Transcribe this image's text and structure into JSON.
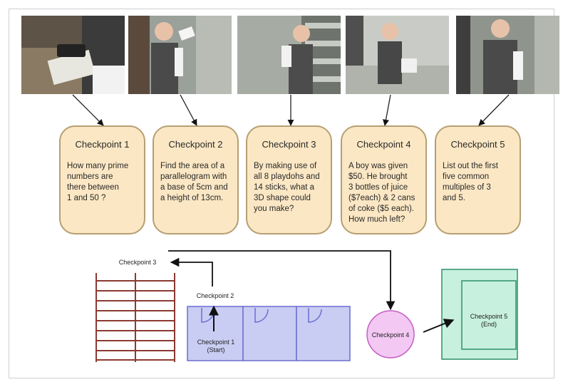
{
  "checkpoints": [
    {
      "title": "Checkpoint 1",
      "question": "How many prime\nnumbers are\nthere between\n1 and 50 ?"
    },
    {
      "title": "Checkpoint 2",
      "question": "Find the area of a\nparallelogram with\na base of 5cm and\na height of 13cm."
    },
    {
      "title": "Checkpoint 3",
      "question": "By making use of\nall 8 playdohs and\n14 sticks, what a\n3D shape could\nyou make?"
    },
    {
      "title": "Checkpoint 4",
      "question": "A boy was given\n$50. He brought\n3 bottles of juice\n($7each) & 2 cans\nof coke ($5 each).\nHow much left?"
    },
    {
      "title": "Checkpoint 5",
      "question": "List out the first\nfive common\nmultiples of 3\nand 5."
    }
  ],
  "map": {
    "checkpoint1": "Checkpoint 1\n(Start)",
    "checkpoint2": "Checkpoint 2",
    "checkpoint3": "Checkpoint 3",
    "checkpoint4": "Checkpoint 4",
    "checkpoint5": "Checkpoint 5\n(End)"
  },
  "colors": {
    "card_fill": "#fbe7c4",
    "card_border": "#b5a074",
    "room_fill": "#c9cdf3",
    "room_border": "#6b6fcf",
    "ladder": "#8b3a32",
    "circle_fill": "#f3c8f3",
    "circle_border": "#c45fc4",
    "end_fill": "#c7f0df",
    "end_border": "#2f8f6a"
  }
}
